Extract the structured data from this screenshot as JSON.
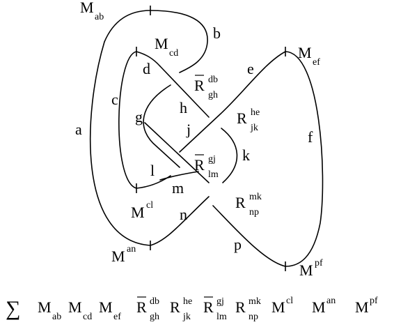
{
  "colors": {
    "ink": "#000000",
    "background": "#ffffff"
  },
  "arc_labels": {
    "a": "a",
    "b": "b",
    "c": "c",
    "d": "d",
    "e": "e",
    "f": "f",
    "g": "g",
    "h": "h",
    "j": "j",
    "k": "k",
    "l": "l",
    "m": "m",
    "n": "n",
    "p": "p"
  },
  "tensors": {
    "M_ab": {
      "base": "M",
      "lower": "ab",
      "upper": ""
    },
    "M_cd": {
      "base": "M",
      "lower": "cd",
      "upper": ""
    },
    "M_ef": {
      "base": "M",
      "lower": "ef",
      "upper": ""
    },
    "Rbar_db_gh": {
      "base": "R",
      "upper": "db",
      "lower": "gh"
    },
    "R_he_jk": {
      "base": "R",
      "upper": "he",
      "lower": "jk"
    },
    "Rbar_gj_lm": {
      "base": "R",
      "upper": "gj",
      "lower": "lm"
    },
    "R_mk_np": {
      "base": "R",
      "upper": "mk",
      "lower": "np"
    },
    "M_cl": {
      "base": "M",
      "upper": "cl",
      "lower": ""
    },
    "M_an": {
      "base": "M",
      "upper": "an",
      "lower": ""
    },
    "M_pf": {
      "base": "M",
      "upper": "pf",
      "lower": ""
    }
  },
  "formula": {
    "sigma": "∑",
    "M_ab": {
      "base": "M",
      "lower": "ab"
    },
    "M_cd": {
      "base": "M",
      "lower": "cd"
    },
    "M_ef": {
      "base": "M",
      "lower": "ef"
    },
    "Rbar_db_gh": {
      "base": "R",
      "upper": "db",
      "lower": "gh"
    },
    "R_he_jk": {
      "base": "R",
      "upper": "he",
      "lower": "jk"
    },
    "Rbar_gj_lm": {
      "base": "R",
      "upper": "gj",
      "lower": "lm"
    },
    "R_mk_np": {
      "base": "R",
      "upper": "mk",
      "lower": "np"
    },
    "M_cl": {
      "base": "M",
      "upper": "cl"
    },
    "M_an": {
      "base": "M",
      "upper": "an"
    },
    "M_pf": {
      "base": "M",
      "upper": "pf"
    }
  }
}
